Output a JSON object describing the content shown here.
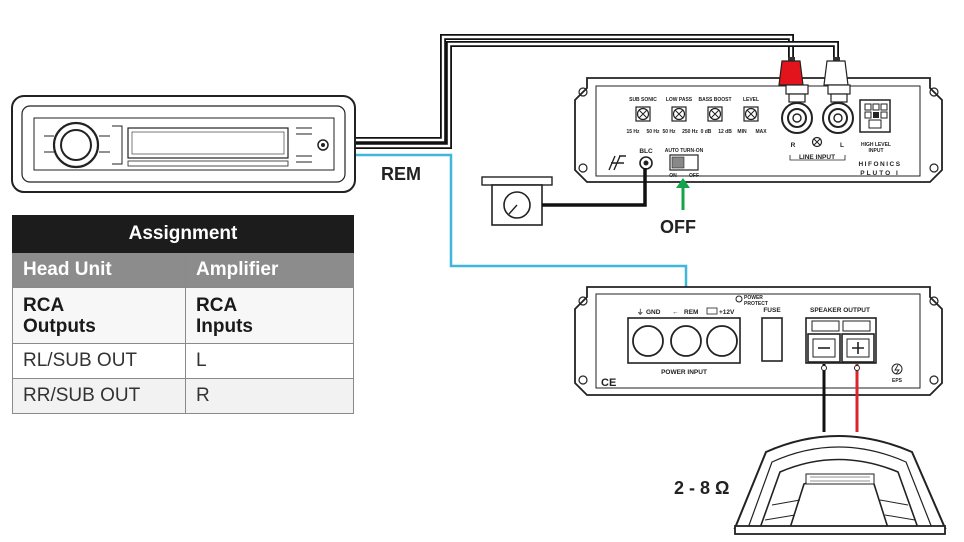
{
  "labels": {
    "rem": "REM",
    "off": "OFF",
    "impedance": "2 - 8 Ω"
  },
  "amp_top": {
    "knobs": [
      {
        "name": "SUB SONIC",
        "min": "15 Hz",
        "max": "50 Hz"
      },
      {
        "name": "LOW PASS",
        "min": "50 Hz",
        "max": "250 Hz"
      },
      {
        "name": "BASS BOOST",
        "min": "0 dB",
        "max": "12 dB"
      },
      {
        "name": "LEVEL",
        "min": "MIN",
        "max": "MAX"
      }
    ],
    "blc": "BLC",
    "auto_turn_on": "AUTO TURN-ON",
    "switch_on": "ON",
    "switch_off": "OFF",
    "rca_r": "R",
    "rca_l": "L",
    "line_input": "LINE INPUT",
    "high_level_input_1": "HIGH LEVEL",
    "high_level_input_2": "INPUT",
    "brand": "HIFONICS",
    "model": "PLUTO I"
  },
  "amp_bottom": {
    "gnd": "GND",
    "rem": "REM",
    "plus12v": "+12V",
    "power_input": "POWER INPUT",
    "power_protect_1": "POWER",
    "power_protect_2": "PROTECT",
    "fuse": "FUSE",
    "speaker_output": "SPEAKER OUTPUT",
    "ce": "CE",
    "eps": "EPS"
  },
  "table": {
    "title": "Assignment",
    "headers": [
      "Head Unit",
      "Amplifier"
    ],
    "rca": {
      "head_unit_1": "RCA",
      "head_unit_2": "Outputs",
      "amplifier_1": "RCA",
      "amplifier_2": "Inputs"
    },
    "rows": [
      {
        "head_unit": "RL/SUB OUT",
        "amplifier": "L"
      },
      {
        "head_unit": "RR/SUB OUT",
        "amplifier": "R"
      }
    ]
  },
  "colors": {
    "rem_wire": "#3fb6dc",
    "off_arrow": "#14a44a",
    "rca_red": "#e3141b",
    "speaker_red": "#d9262b",
    "table_title_bg": "#1c1c1c",
    "table_header_bg": "#8c8c8c"
  }
}
